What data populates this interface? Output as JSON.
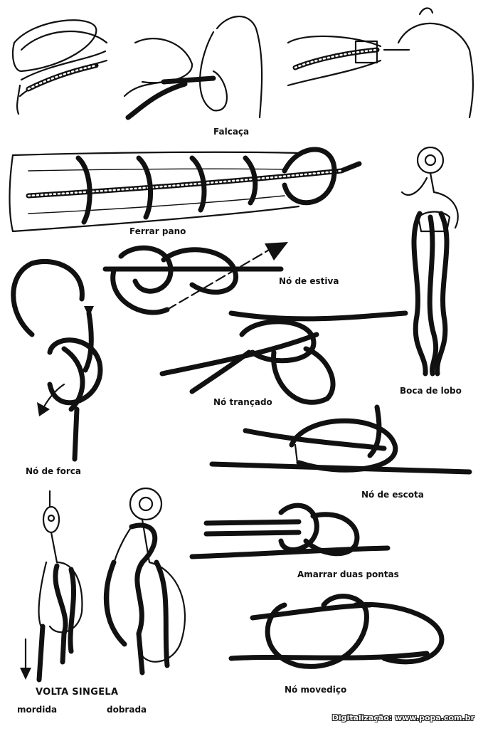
{
  "labels": {
    "falcaca": "Falcaça",
    "ferrar_pano": "Ferrar pano",
    "no_de_estiva": "Nó de estiva",
    "no_trancado": "Nó trançado",
    "boca_de_lobo": "Boca de lobo",
    "no_de_forca": "Nó de forca",
    "no_de_escota": "Nó de escota",
    "amarrar_duas_pontas": "Amarrar duas pontas",
    "volta_singela": "VOLTA SINGELA",
    "mordida": "mordida",
    "dobrada": "dobrada",
    "no_movedico": "Nó movediço"
  },
  "credit": "Digitalização: www.popa.com.br",
  "colors": {
    "ink": "#111111",
    "paper": "#ffffff"
  }
}
